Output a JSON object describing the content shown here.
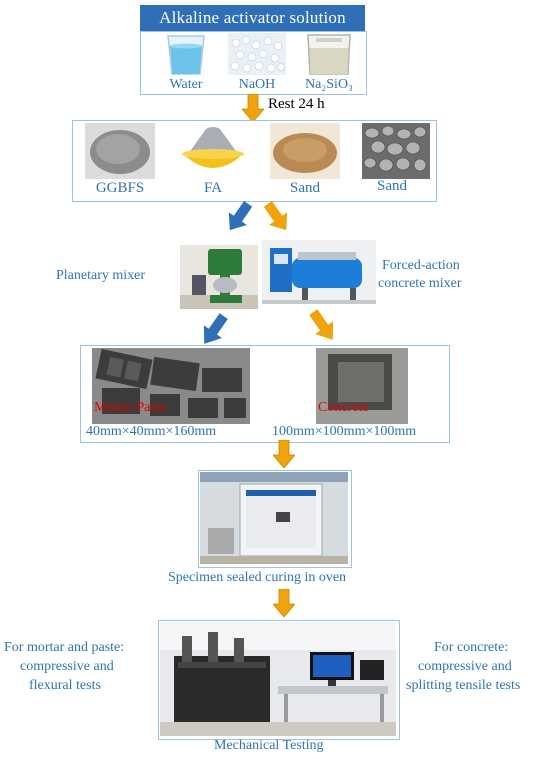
{
  "header": {
    "title": "Alkaline activator solution"
  },
  "activator": {
    "items": [
      {
        "label": "Water"
      },
      {
        "label": "NaOH"
      },
      {
        "label": "Na₂SiO₃"
      }
    ],
    "rest_label": "Rest 24 h"
  },
  "solids": {
    "items": [
      {
        "label": "GGBFS"
      },
      {
        "label": "FA"
      },
      {
        "label": "Sand"
      },
      {
        "label": "Sand"
      }
    ]
  },
  "mixers": {
    "planetary": "Planetary mixer",
    "forced_line1": "Forced-action",
    "forced_line2": "concrete mixer"
  },
  "specimens": {
    "mortar_label": "Mortar Paste",
    "mortar_size": "40mm×40mm×160mm",
    "concrete_label": "Concrete",
    "concrete_size": "100mm×100mm×100mm"
  },
  "curing": {
    "label": "Specimen sealed curing in oven"
  },
  "testing": {
    "left_line1": "For mortar and paste:",
    "left_line2": "compressive and",
    "left_line3": "flexural tests",
    "right_line1": "For concrete:",
    "right_line2": "compressive and",
    "right_line3": "splitting tensile tests",
    "caption": "Mechanical Testing"
  },
  "colors": {
    "header": "#2e6fb8",
    "label_blue": "#2e74b5",
    "arrow_orange": "#f0a30a",
    "arrow_blue": "#2e6fb8",
    "box_border": "#9cc3e6",
    "red_text": "#e00000"
  }
}
